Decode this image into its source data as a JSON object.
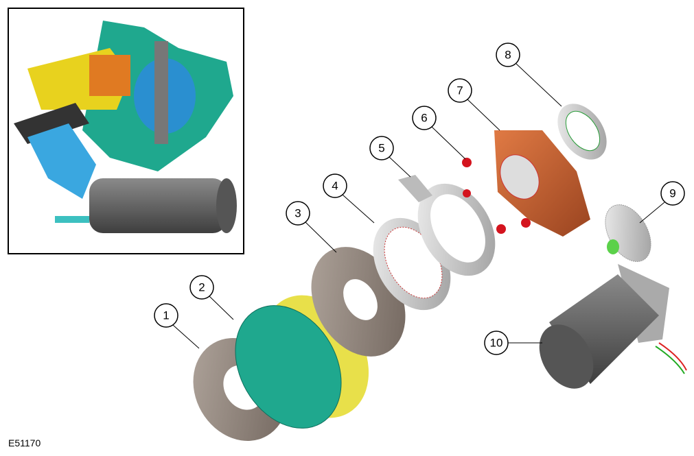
{
  "figure_id": "E51170",
  "callouts": [
    {
      "number": "1",
      "part": "thrust-bearing-plate"
    },
    {
      "number": "2",
      "part": "clutch-pack"
    },
    {
      "number": "3",
      "part": "pressure-plate"
    },
    {
      "number": "4",
      "part": "thrust-washer"
    },
    {
      "number": "5",
      "part": "ramp-plate"
    },
    {
      "number": "6",
      "part": "balls"
    },
    {
      "number": "7",
      "part": "ball-ramp-gear"
    },
    {
      "number": "8",
      "part": "bearing-race"
    },
    {
      "number": "9",
      "part": "drive-gear"
    },
    {
      "number": "10",
      "part": "electric-motor"
    }
  ],
  "colors": {
    "teal": "#1fa88e",
    "yellow": "#e8e04a",
    "copper": "#c8602c",
    "silver": "#c8c8c8",
    "motor": "#6a6a6a",
    "bronze": "#8c7e74"
  }
}
